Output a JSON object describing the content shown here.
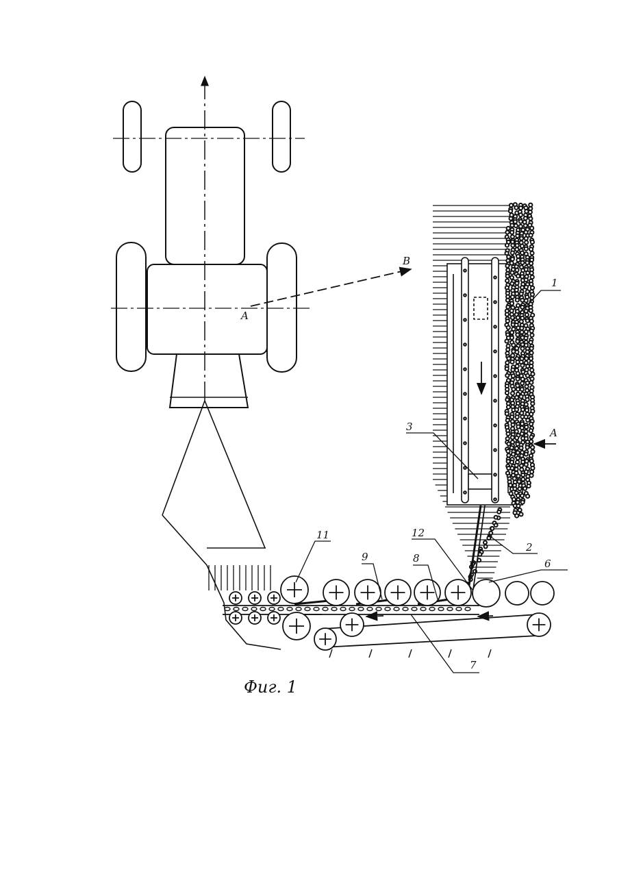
{
  "figure": {
    "caption": "Фиг. 1",
    "ink_color": "#111111",
    "background": "#ffffff",
    "point_labels": {
      "a_center": "A",
      "b_direction": "B",
      "a_view": "A"
    },
    "callouts": [
      "1",
      "2",
      "3",
      "6",
      "7",
      "8",
      "9",
      "11",
      "12"
    ],
    "parts": [
      "tractor",
      "wheels",
      "hitch-frame",
      "planting-row-field",
      "tuber-piles",
      "conveyor-rollers",
      "lower-belt",
      "guide-bars"
    ]
  }
}
